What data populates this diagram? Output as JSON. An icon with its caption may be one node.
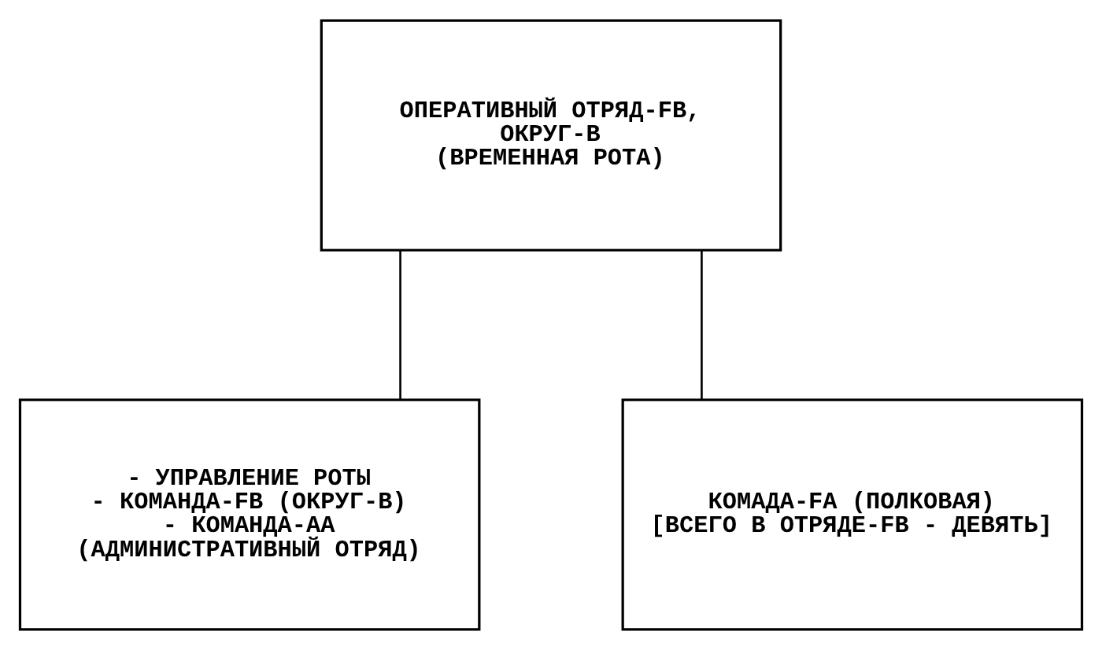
{
  "diagram": {
    "nodes": [
      {
        "text": [
          "ОПЕРАТИВНЫЙ ОТРЯД-FB, ОКРУГ-В",
          "(ВРЕМЕННАЯ РОТА)"
        ]
      },
      {
        "text": [
          "- УПРАВЛЕНИЕ РОТЫ",
          "- КОМАНДА-FB (ОКРУГ-В)",
          "- КОМАНДА-АА (АДМИНИСТРАТИВНЫЙ ОТРЯД)"
        ]
      },
      {
        "text": [
          "КОМАДА-FA (ПОЛКОВАЯ)",
          "[ВСЕГО В ОТРЯДЕ-FB - ДЕВЯТЬ]"
        ]
      }
    ],
    "edges": [
      {
        "from": 0,
        "to": 1,
        "arrow": "none"
      },
      {
        "from": 0,
        "to": 2,
        "arrow": "none"
      }
    ]
  }
}
